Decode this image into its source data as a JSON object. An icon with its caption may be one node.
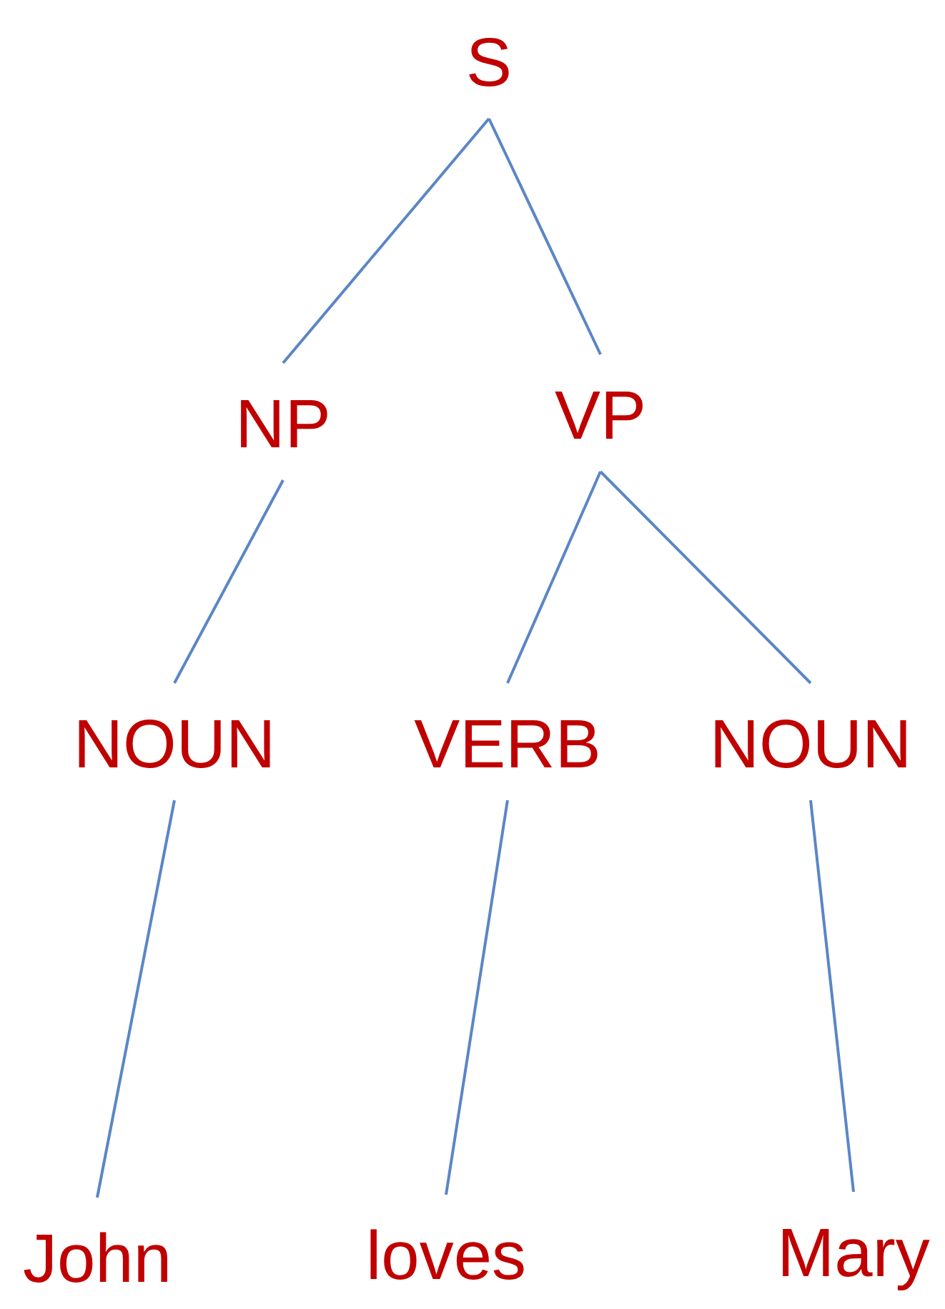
{
  "diagram": {
    "nodes": [
      {
        "text": [
          "S"
        ]
      },
      {
        "text": [
          "NP"
        ]
      },
      {
        "text": [
          "VP"
        ]
      },
      {
        "text": [
          "NOUN"
        ]
      },
      {
        "text": [
          "VERB"
        ]
      },
      {
        "text": [
          "NOUN"
        ]
      },
      {
        "text": [
          "John"
        ]
      },
      {
        "text": [
          "loves"
        ]
      },
      {
        "text": [
          "Mary"
        ]
      }
    ],
    "edges": [
      {
        "from": 0,
        "to": 1,
        "arrow": "none"
      },
      {
        "from": 0,
        "to": 2,
        "arrow": "none"
      },
      {
        "from": 1,
        "to": 3,
        "arrow": "none"
      },
      {
        "from": 2,
        "to": 4,
        "arrow": "none"
      },
      {
        "from": 2,
        "to": 5,
        "arrow": "none"
      },
      {
        "from": 3,
        "to": 6,
        "arrow": "none"
      },
      {
        "from": 4,
        "to": 7,
        "arrow": "none"
      },
      {
        "from": 5,
        "to": 8,
        "arrow": "none"
      }
    ]
  }
}
